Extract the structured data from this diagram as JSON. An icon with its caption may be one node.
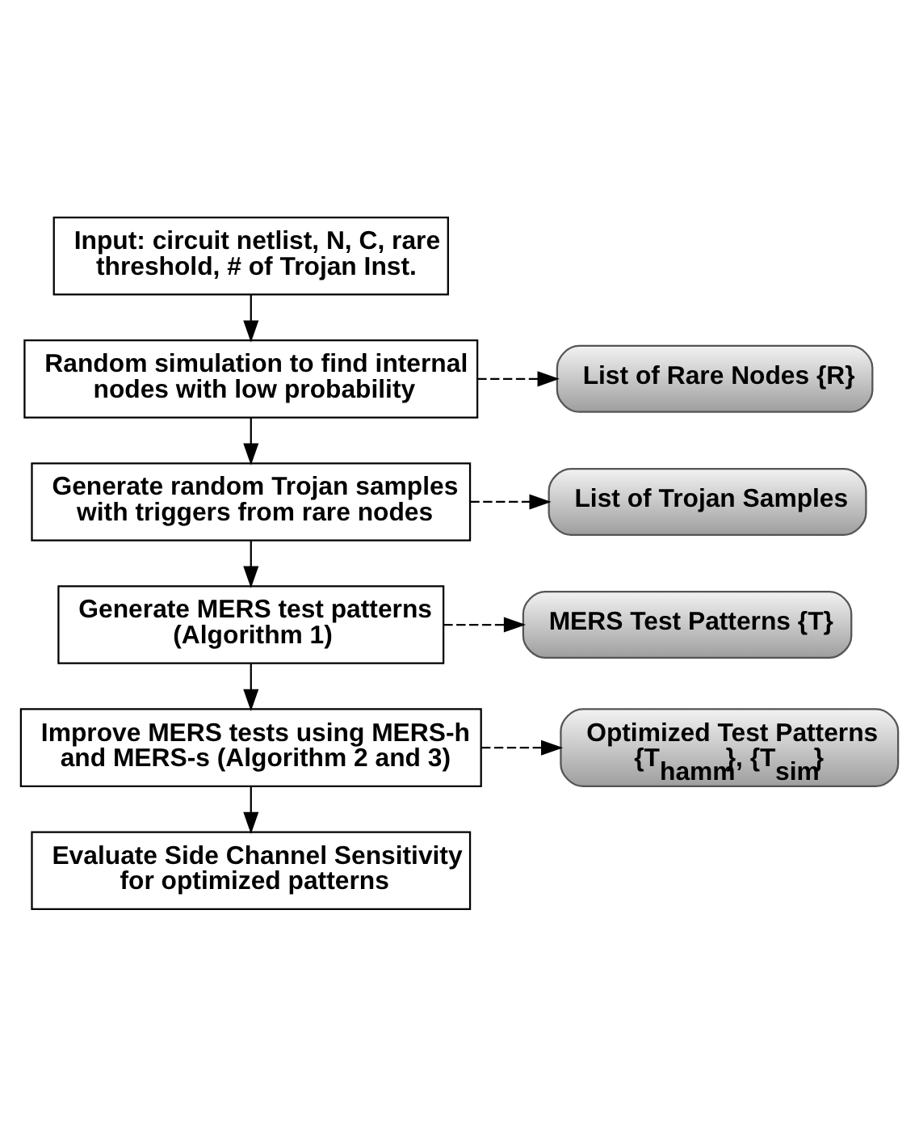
{
  "diagram": {
    "nodes": [
      {
        "text": [
          "Input: circuit netlist, N, C, rare threshold, # of Trojan Inst."
        ]
      },
      {
        "text": [
          "Random simulation to find internal nodes with low probability"
        ]
      },
      {
        "text": [
          "List of Rare Nodes {R}"
        ]
      },
      {
        "text": [
          "Generate random Trojan samples with triggers from rare nodes"
        ]
      },
      {
        "text": [
          "List of Trojan Samples"
        ]
      },
      {
        "text": [
          "Generate MERS test patterns (Algorithm 1)"
        ]
      },
      {
        "text": [
          "MERS Test Patterns {T}"
        ]
      },
      {
        "text": [
          "Improve MERS tests using MERS-h and MERS-s (Algorithm 2 and 3)"
        ]
      },
      {
        "text": [
          "Optimized Test Patterns {T$_{hamm}$}, {T$_{sim}$}"
        ]
      },
      {
        "text": [
          "Evaluate Side Channel Sensitivity for optimized patterns"
        ]
      }
    ],
    "edges": [
      {
        "from": 0,
        "to": 1,
        "arrow": "to"
      },
      {
        "from": 1,
        "to": 2,
        "arrow": "to",
        "style": "dashed"
      },
      {
        "from": 1,
        "to": 3,
        "arrow": "to"
      },
      {
        "from": 3,
        "to": 4,
        "arrow": "to",
        "style": "dashed"
      },
      {
        "from": 3,
        "to": 5,
        "arrow": "to"
      },
      {
        "from": 5,
        "to": 6,
        "arrow": "to",
        "style": "dashed"
      },
      {
        "from": 5,
        "to": 7,
        "arrow": "to"
      },
      {
        "from": 7,
        "to": 8,
        "arrow": "to",
        "style": "dashed"
      },
      {
        "from": 7,
        "to": 9,
        "arrow": "to"
      }
    ]
  }
}
